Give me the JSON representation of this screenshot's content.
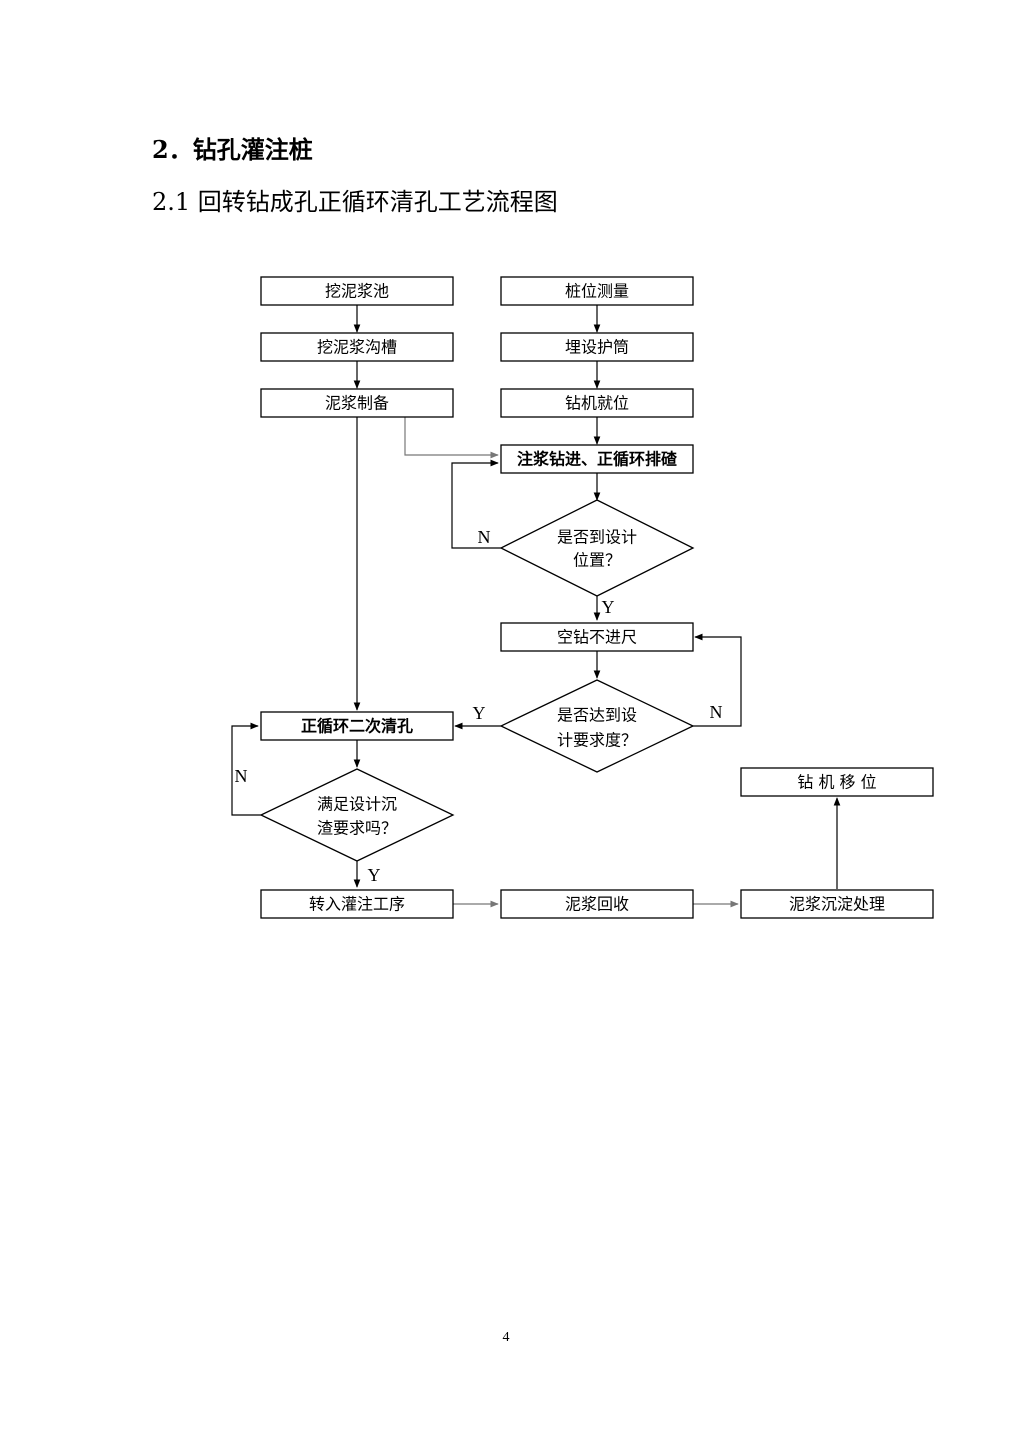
{
  "heading1": "2．钻孔灌注桩",
  "heading2": "2.1 回转钻成孔正循环清孔工艺流程图",
  "nodes": {
    "dig_pool": "挖泥浆池",
    "dig_trench": "挖泥浆沟槽",
    "slurry_prep": "泥浆制备",
    "survey": "桩位测量",
    "casing": "埋设护筒",
    "rig_position": "钻机就位",
    "drill": "注浆钻进、正循环排碴",
    "decision_depth_1": "是否到设计",
    "decision_depth_2": "位置？",
    "idle_drill": "空钻不进尺",
    "decision_req_1": "是否达到设",
    "decision_req_2": "计要求度？",
    "second_clean": "正循环二次清孔",
    "decision_sediment_1": "满足设计沉",
    "decision_sediment_2": "渣要求吗？",
    "to_pouring": "转入灌注工序",
    "slurry_recovery": "泥浆回收",
    "slurry_settling": "泥浆沉淀处理",
    "rig_move": "钻 机 移 位"
  },
  "branch": {
    "yes": "Y",
    "no": "N"
  },
  "page_number": "4"
}
